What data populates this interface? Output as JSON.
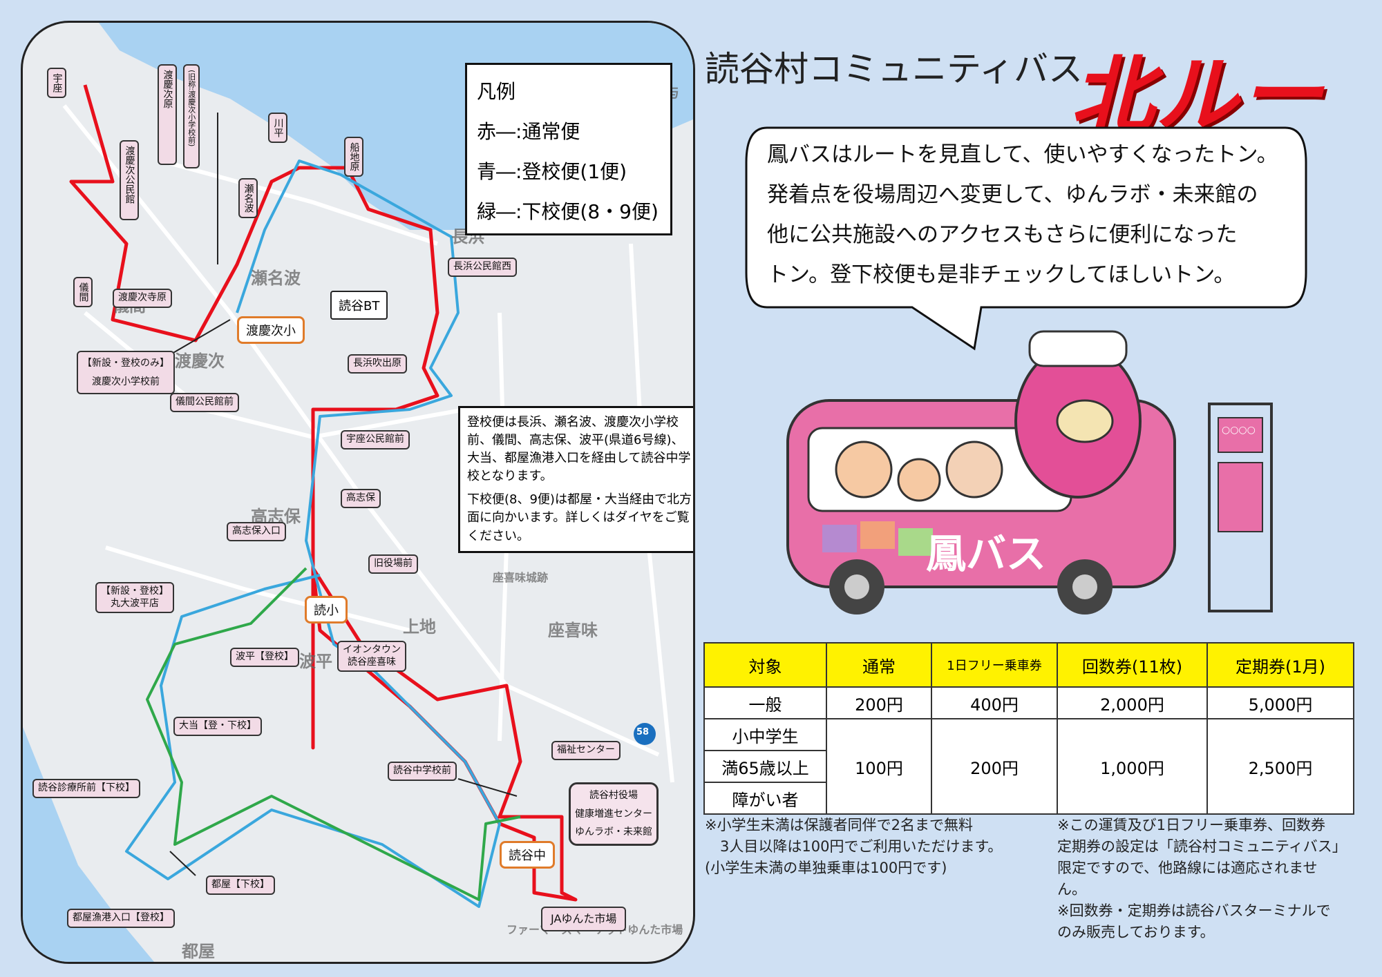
{
  "header": {
    "title": "読谷村コミュニティバス",
    "title_big": "北ルート"
  },
  "legend": {
    "title": "凡例",
    "red": "赤―:通常便",
    "blue": "青―:登校便(1便)",
    "green": "緑―:下校便(8・9便)"
  },
  "route_note": {
    "p1": "登校便は長浜、瀬名波、渡慶次小学校前、儀間、高志保、波平(県道6号線)、大当、都屋漁港入口を経由して読谷中学校となります。",
    "p2": "下校便(8、9便)は都屋・大当経由で北方面に向かいます。詳しくはダイヤをご覧ください。"
  },
  "speech": {
    "lines": [
      "鳳バスはルートを見直して、使いやすくなったトン。",
      "発着点を役場周辺へ変更して、ゆんラボ・未来館の",
      "他に公共施設へのアクセスもさらに便利になった",
      "トン。登下校便も是非チェックしてほしいトン。"
    ]
  },
  "bus": {
    "brand": "鳳バス",
    "sign": "○○○○"
  },
  "map": {
    "places": [
      "瀬名波",
      "渡慶次",
      "儀間",
      "高志保",
      "波平",
      "上地",
      "座喜味",
      "都屋",
      "座喜味城跡",
      "長浜",
      "ファーマーズマーケットゆんた市場",
      "58",
      "与"
    ],
    "stops": {
      "uza": "宇座",
      "tokeshi_baru": "渡慶次原",
      "tokeshi_pb": "渡慶次公民館",
      "tokeshi_note": "(旧称:渡慶次小学校前)",
      "kawahira": "川平",
      "funaji": "船地原",
      "sena": "瀬名波",
      "nagahama_pb": "長浜公民館西",
      "gima": "儀間",
      "tokeshi_tera": "渡慶次寺原",
      "nagahama_fuki": "長浜吹出原",
      "gima_pb": "儀間公民館前",
      "uza_pb": "宇座公民館前",
      "takashiho": "高志保",
      "takashiho_iri": "高志保入口",
      "kyu_yakuba": "旧役場前",
      "marudai_tag": "【新設・登校】",
      "marudai": "丸大波平店",
      "aeon1": "イオンタウン",
      "aeon2": "読谷座喜味",
      "hanza": "波平【登校】",
      "ohto": "大当【登・下校】",
      "shinryo": "読谷診療所前【下校】",
      "tuya": "都屋【下校】",
      "tuya_gyoko": "都屋漁港入口【登校】",
      "fukushi": "福祉センター",
      "yomichu": "読谷中学校前",
      "yakuba1": "読谷村役場",
      "yakuba2": "健康増進センター",
      "yakuba3": "ゆんラボ・未来館",
      "ja": "JAゆんた市場",
      "new_tag": "【新設・登校のみ】",
      "new_name": "渡慶次小学校前"
    },
    "hubs": {
      "tokeshi_sho": "渡慶次小",
      "yomisho": "読小",
      "yomichu_hub": "読谷中",
      "bt": "読谷BT"
    }
  },
  "fares": {
    "headers": [
      "対象",
      "通常",
      "1日フリー乗車券",
      "回数券(11枚)",
      "定期券(1月)"
    ],
    "rows": [
      {
        "label": "一般",
        "values": [
          "200円",
          "400円",
          "2,000円",
          "5,000円"
        ]
      },
      {
        "labels": [
          "小中学生",
          "満65歳以上",
          "障がい者"
        ],
        "values": [
          "100円",
          "200円",
          "1,000円",
          "2,500円"
        ]
      }
    ]
  },
  "footnotes": {
    "left": [
      "※小学生未満は保護者同伴で2名まで無料",
      "3人目以降は100円でご利用いただけます。",
      "(小学生未満の単独乗車は100円です)"
    ],
    "right": [
      "※この運賃及び1日フリー乗車券、回数券",
      "定期券の設定は「読谷村コミュニティバス」",
      "限定ですので、他路線には適応されませ",
      "ん。",
      "※回数券・定期券は読谷バスターミナルで",
      "のみ販売しております。"
    ]
  },
  "colors": {
    "red": "#e8101c",
    "blue": "#3aa7dd",
    "green": "#2fa84a",
    "hub_orange": "#e07b2a",
    "sea": "#a9d2f2",
    "pink": "#e34f97"
  }
}
